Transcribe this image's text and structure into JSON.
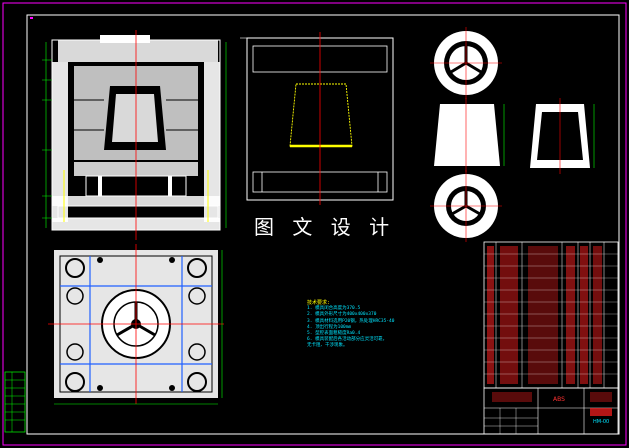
{
  "watermark": "图 文 设 计",
  "notes": {
    "title": "技术要求:",
    "lines": [
      "1. 模具闭合高度为370.5",
      "2. 模具外形尺寸为400x400x370",
      "3. 模具材料选用P20钢，热处理HRC35-40",
      "4. 顶出行程为100mm",
      "5. 型腔表面粗糙度Ra0.4",
      "6. 模具装配后各活动部分应灵活可靠，",
      "   无卡阻、干涉现象。"
    ]
  },
  "title_block": {
    "material": "ABS",
    "part_code": "HM-00"
  },
  "colors": {
    "frame": "#ff00ff",
    "drawing": "#ffffff",
    "dim": "#00ff00",
    "center": "#ff0000",
    "part": "#ffff00",
    "annot": "#00e5ff"
  }
}
